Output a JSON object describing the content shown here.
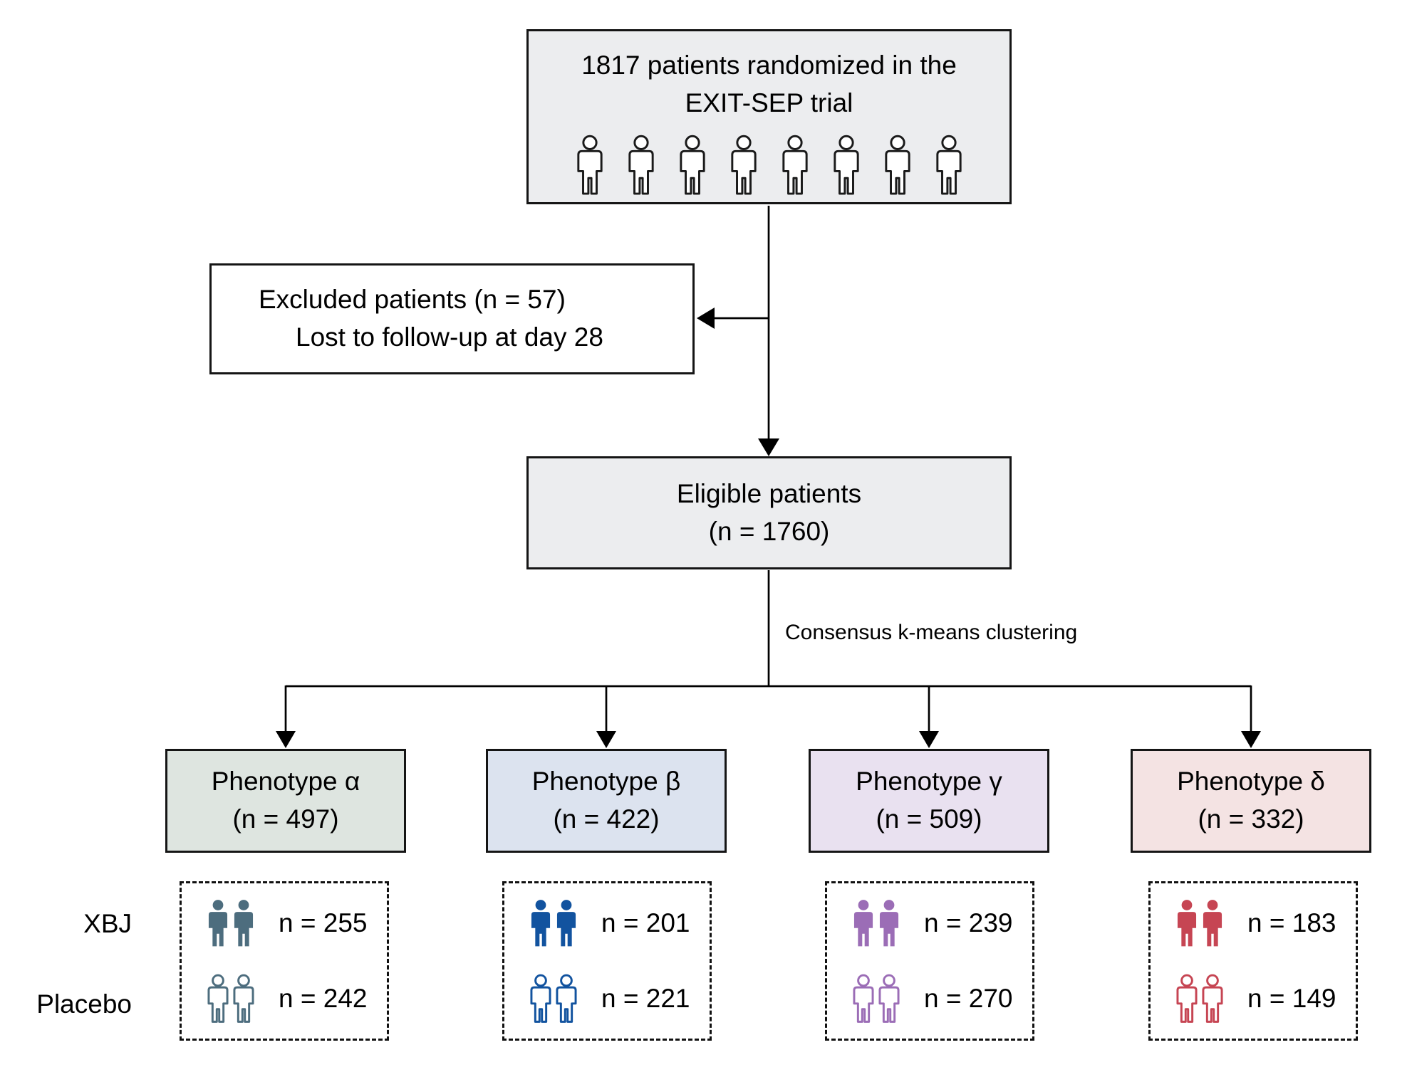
{
  "top_box": {
    "line1": "1817 patients randomized in the",
    "line2": "EXIT-SEP trial",
    "icon": "person-icon",
    "icon_count": 8
  },
  "excluded_box": {
    "line1": "Excluded patients (n = 57)",
    "line2": "Lost to follow-up at day 28"
  },
  "eligible_box": {
    "line1": "Eligible patients",
    "line2": "(n = 1760)"
  },
  "branch_label": "Consensus k-means clustering",
  "row_labels": {
    "xbj": "XBJ",
    "placebo": "Placebo"
  },
  "phenotypes": [
    {
      "label": "Phenotype α",
      "n": "(n = 497)",
      "fill": "#dee5e0",
      "accent": "#4d6d7e",
      "xbj": "n = 255",
      "placebo": "n = 242"
    },
    {
      "label": "Phenotype β",
      "n": "(n = 422)",
      "fill": "#dce3ef",
      "accent": "#12539f",
      "xbj": "n = 201",
      "placebo": "n = 221"
    },
    {
      "label": "Phenotype γ",
      "n": "(n = 509)",
      "fill": "#e9e1f0",
      "accent": "#9b6db6",
      "xbj": "n = 239",
      "placebo": "n = 270"
    },
    {
      "label": "Phenotype δ",
      "n": "(n = 332)",
      "fill": "#f4e3e3",
      "accent": "#c64553",
      "xbj": "n = 183",
      "placebo": "n = 149"
    }
  ],
  "colors": {
    "neutral_box_fill": "#ecedef",
    "white_box_fill": "#ffffff",
    "line_color": "#000000"
  },
  "icons": {
    "person": "standing-person pictogram (svg silhouette)",
    "arrow": "filled black triangle arrowhead"
  }
}
